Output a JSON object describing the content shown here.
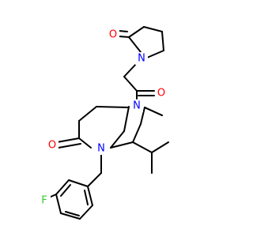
{
  "molecule": {
    "atoms": {
      "o_lactam": {
        "label": "O",
        "color": "#ff0000"
      },
      "n_pyrrolidine": {
        "label": "N",
        "color": "#0000ff"
      },
      "o_acyl": {
        "label": "O",
        "color": "#ff0000"
      },
      "n_acyl": {
        "label": "N",
        "color": "#0000ff"
      },
      "o_ring": {
        "label": "O",
        "color": "#ff0000"
      },
      "n_benzyl": {
        "label": "N",
        "color": "#0000ff"
      },
      "f_aryl": {
        "label": "F",
        "color": "#33cc33"
      }
    }
  }
}
